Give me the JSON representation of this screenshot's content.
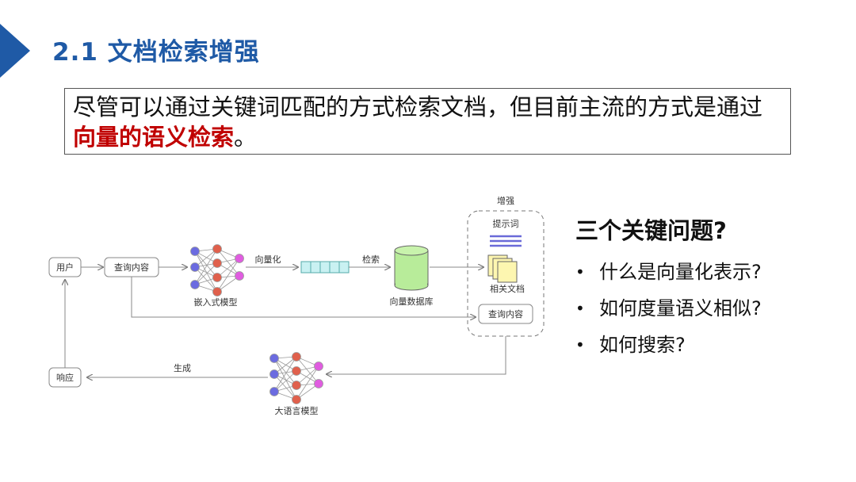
{
  "slide": {
    "title": "2.1  文档检索增强",
    "callout_prefix": "尽管可以通过关键词匹配的方式检索文档，但目前主流的方式是通过",
    "callout_highlight": "向量的语义检索",
    "callout_suffix": "。"
  },
  "diagram": {
    "user": "用户",
    "query_content": "查询内容",
    "embedding_model": "嵌入式模型",
    "vectorize": "向量化",
    "retrieve": "检索",
    "vector_db": "向量数据库",
    "augment": "增强",
    "prompt": "提示词",
    "related_docs": "相关文档",
    "query_content_2": "查询内容",
    "generate": "生成",
    "llm": "大语言模型",
    "response": "响应"
  },
  "questions": {
    "title": "三个关键问题?",
    "items": [
      "什么是向量化表示?",
      "如何度量语义相似?",
      "如何搜索?"
    ]
  },
  "colors": {
    "accent": "#1f5aa6",
    "highlight": "#c00000"
  }
}
